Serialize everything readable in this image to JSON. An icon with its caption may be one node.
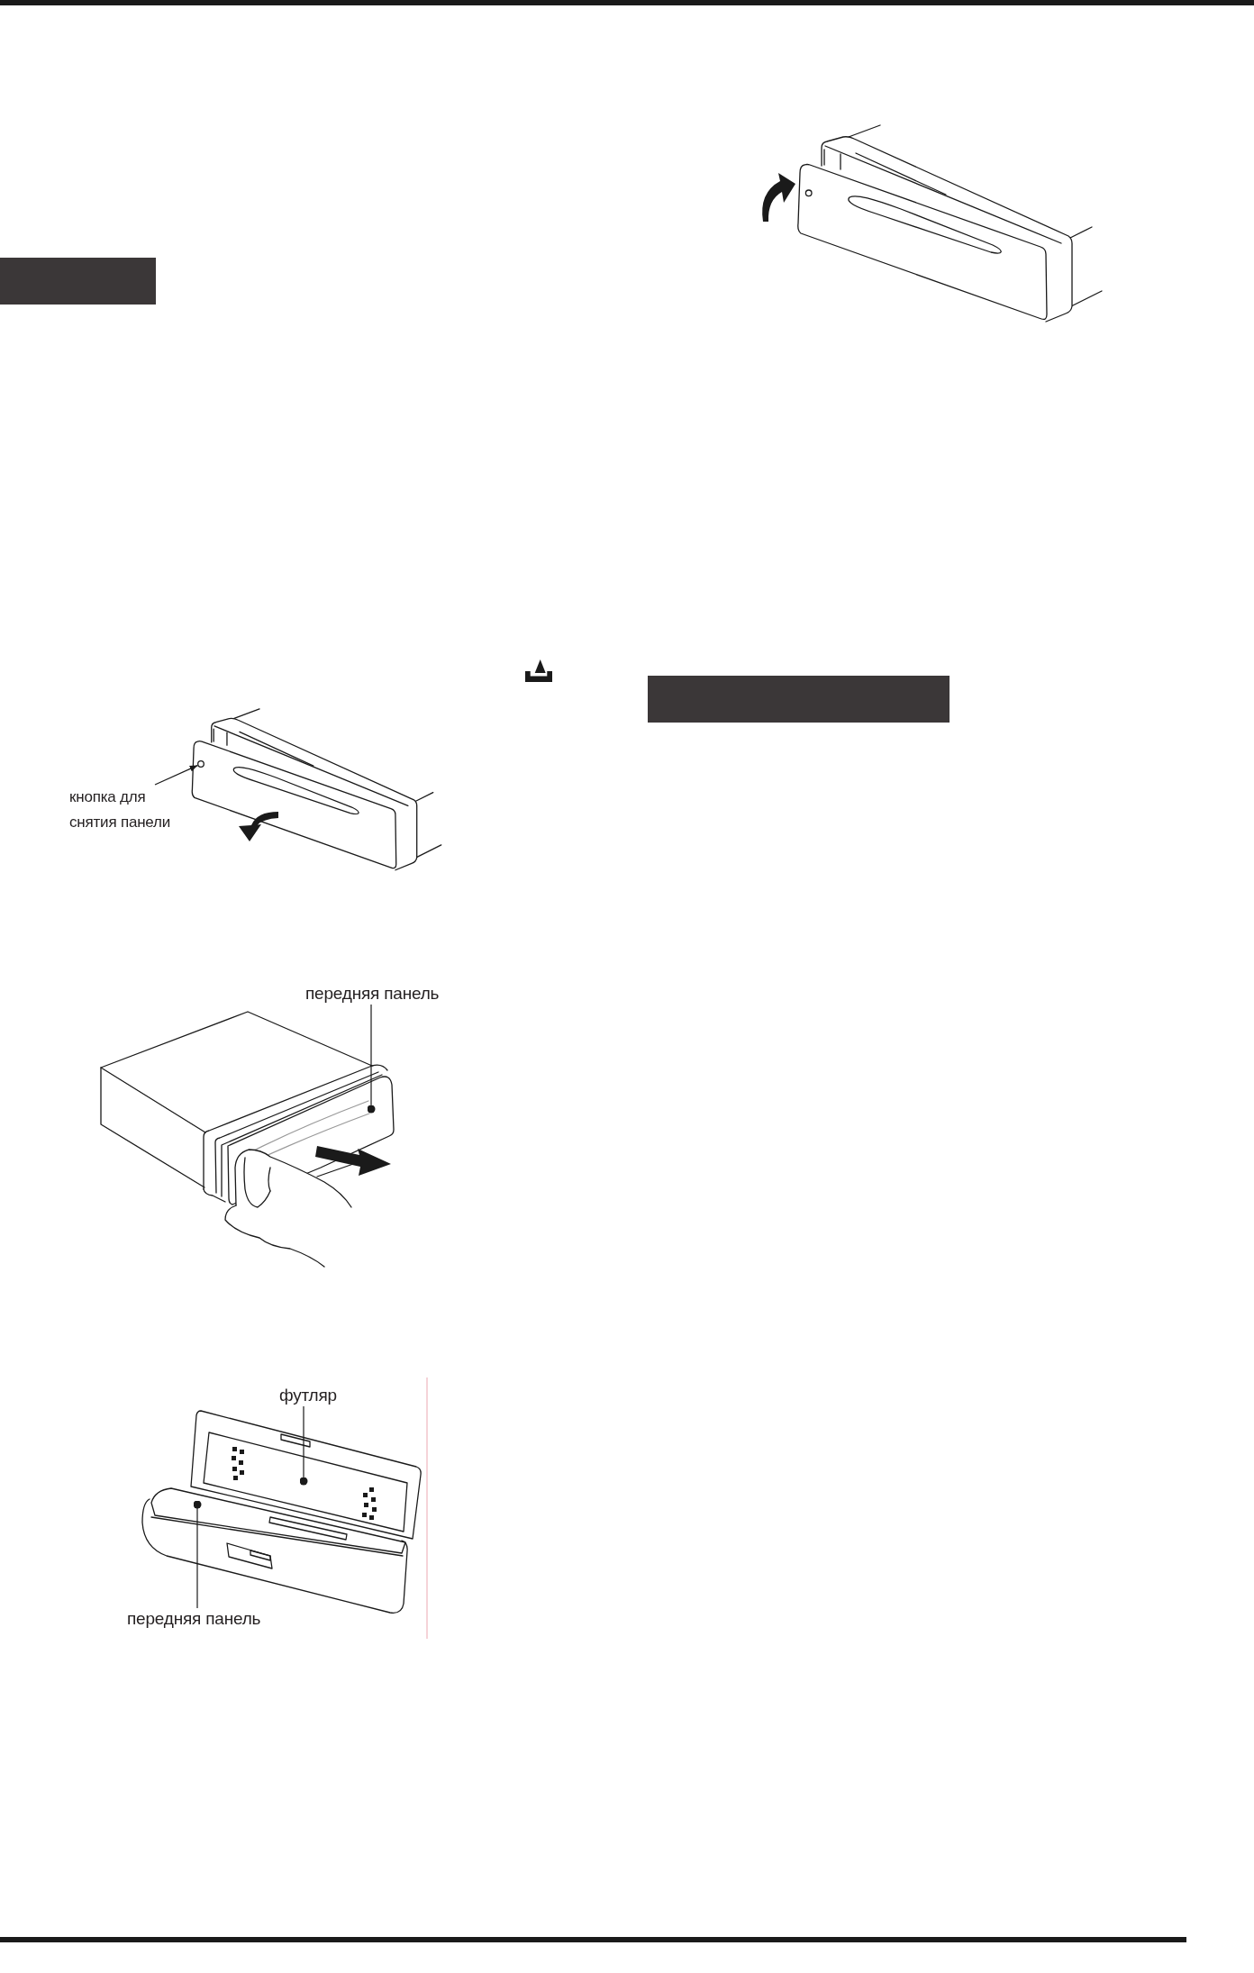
{
  "diagram": {
    "nodes": [
      {
        "text": [],
        "shape": "bar"
      },
      {
        "text": [],
        "shape": "bar"
      },
      {
        "text": [
          "кнопка для снятия панели"
        ]
      },
      {
        "text": [],
        "shape": "circle"
      },
      {
        "text": [
          "передняя панель"
        ]
      },
      {
        "text": [],
        "shape": "picture"
      },
      {
        "text": [
          "футляр"
        ]
      },
      {
        "text": [],
        "shape": "picture"
      },
      {
        "text": [
          "передняя панель"
        ]
      },
      {
        "text": [],
        "shape": "picture"
      }
    ],
    "edges": [
      {
        "from": 2,
        "to": 3,
        "arrow": "to"
      },
      {
        "from": 4,
        "to": 5,
        "arrow": "other"
      },
      {
        "from": 6,
        "to": 7,
        "arrow": "other"
      },
      {
        "from": 8,
        "to": 9,
        "arrow": "other"
      }
    ]
  }
}
